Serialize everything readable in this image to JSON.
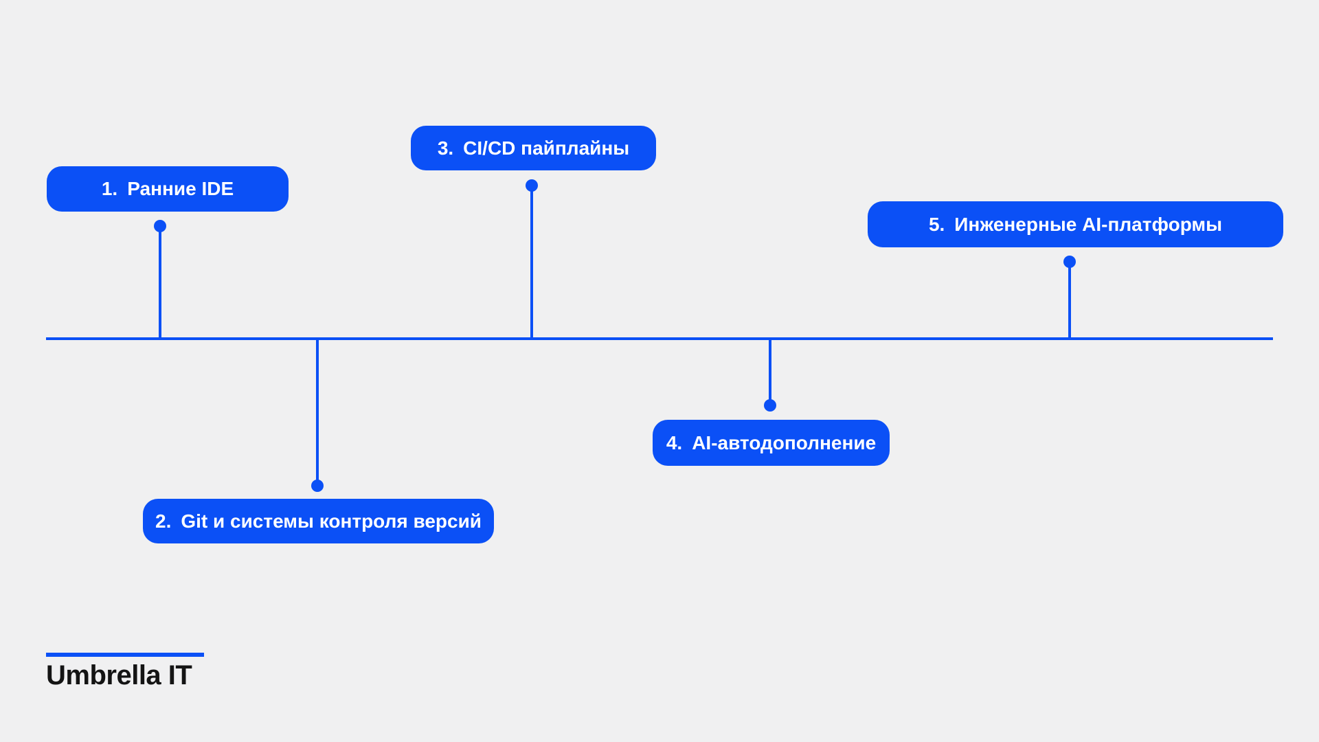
{
  "colors": {
    "background": "#F0F0F1",
    "accent": "#0B50F6",
    "pill-text": "#FFFFFF",
    "logo-text": "#141414"
  },
  "timeline": {
    "items": [
      {
        "number": "1.",
        "label": "Ранние IDE",
        "side": "above"
      },
      {
        "number": "2.",
        "label": "Git и системы контроля версий",
        "side": "below"
      },
      {
        "number": "3.",
        "label": "CI/CD пайплайны",
        "side": "above"
      },
      {
        "number": "4.",
        "label": "AI-автодополнение",
        "side": "below"
      },
      {
        "number": "5.",
        "label": "Инженерные AI-платформы",
        "side": "above"
      }
    ]
  },
  "logo": {
    "text": "Umbrella IT"
  }
}
